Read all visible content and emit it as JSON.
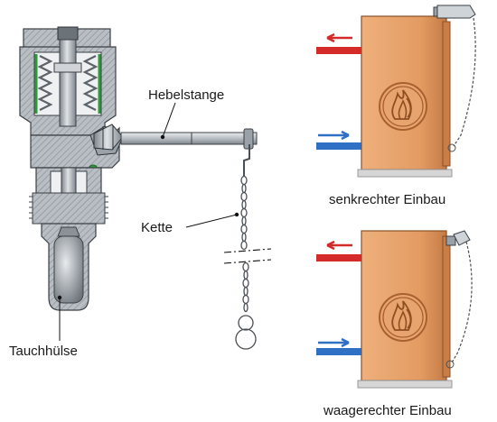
{
  "labels": {
    "hebelstange": "Hebelstange",
    "kette": "Kette",
    "tauchhuelse": "Tauchhülse",
    "senkrecht": "senkrechter Einbau",
    "waagerecht": "waagerechter Einbau"
  },
  "colors": {
    "boiler_body": "#e4a06a",
    "boiler_shade": "#c97e48",
    "flame_ring": "#b86a36",
    "hot_pipe": "#d42a2a",
    "cold_pipe": "#2f6fc4",
    "valve_grey": "#9aa1a8",
    "valve_dark": "#4a4f55",
    "spring_green": "#2e9a3c",
    "base_plate": "#d6d6d6"
  },
  "icons": {
    "flame": "flame-icon",
    "hot_arrow": "arrow-left-icon",
    "cold_arrow": "arrow-right-icon"
  }
}
